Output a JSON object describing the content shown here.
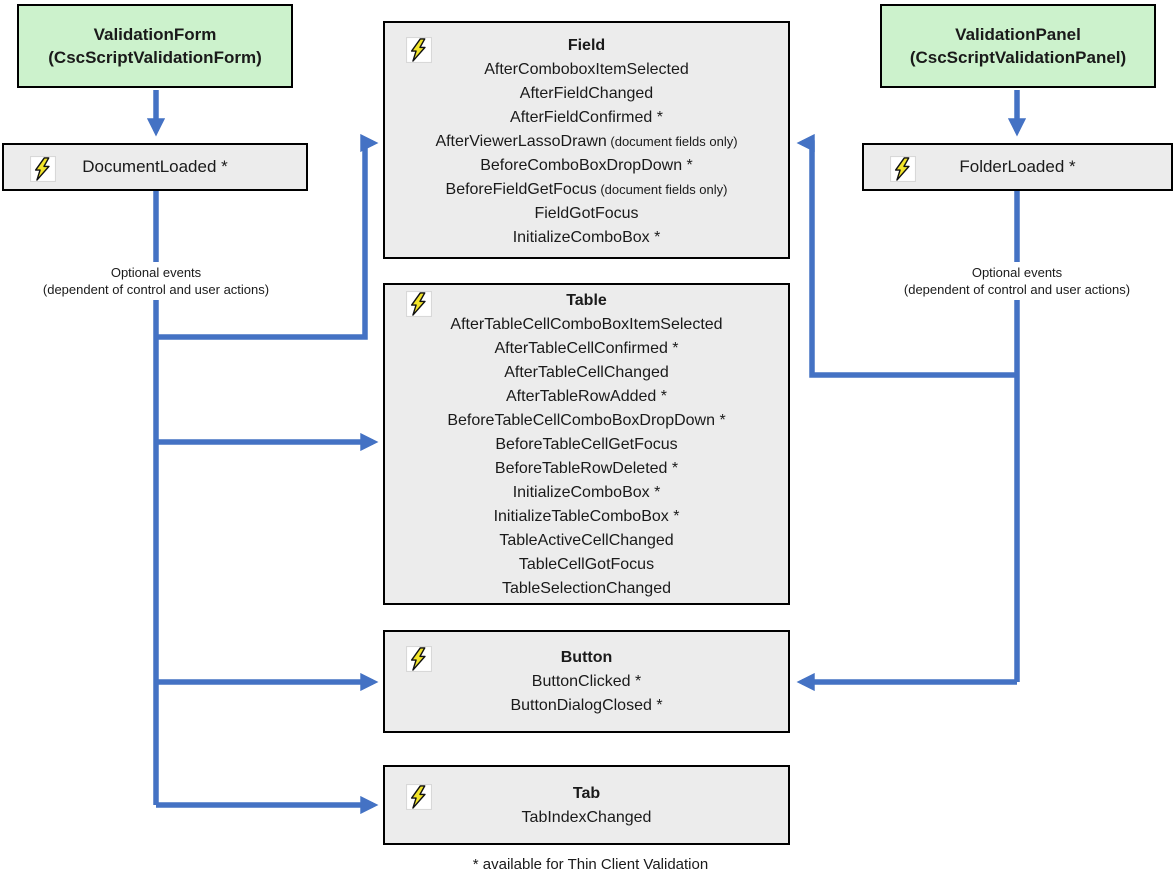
{
  "diagram": {
    "form_box": {
      "title": "ValidationForm",
      "subtitle": "(CscScriptValidationForm)"
    },
    "panel_box": {
      "title": "ValidationPanel",
      "subtitle": "(CscScriptValidationPanel)"
    },
    "document_loaded": {
      "label": "DocumentLoaded *"
    },
    "folder_loaded": {
      "label": "FolderLoaded *"
    },
    "left_note": {
      "line1": "Optional events",
      "line2": "(dependent of control and user actions)"
    },
    "right_note": {
      "line1": "Optional events",
      "line2": "(dependent of control and user actions)"
    },
    "field_box": {
      "title": "Field",
      "events": [
        {
          "name": "AfterComboboxItemSelected",
          "note": ""
        },
        {
          "name": "AfterFieldChanged",
          "note": ""
        },
        {
          "name": "AfterFieldConfirmed *",
          "note": ""
        },
        {
          "name": "AfterViewerLassoDrawn",
          "note": "(document fields only)"
        },
        {
          "name": "BeforeComboBoxDropDown *",
          "note": ""
        },
        {
          "name": "BeforeFieldGetFocus",
          "note": "(document fields only)"
        },
        {
          "name": "FieldGotFocus",
          "note": ""
        },
        {
          "name": "InitializeComboBox *",
          "note": ""
        }
      ]
    },
    "table_box": {
      "title": "Table",
      "events": [
        {
          "name": "AfterTableCellComboBoxItemSelected",
          "note": ""
        },
        {
          "name": "AfterTableCellConfirmed *",
          "note": ""
        },
        {
          "name": "AfterTableCellChanged",
          "note": ""
        },
        {
          "name": "AfterTableRowAdded *",
          "note": ""
        },
        {
          "name": "BeforeTableCellComboBoxDropDown *",
          "note": ""
        },
        {
          "name": "BeforeTableCellGetFocus",
          "note": ""
        },
        {
          "name": "BeforeTableRowDeleted *",
          "note": ""
        },
        {
          "name": "InitializeComboBox *",
          "note": ""
        },
        {
          "name": "InitializeTableComboBox *",
          "note": ""
        },
        {
          "name": "TableActiveCellChanged",
          "note": ""
        },
        {
          "name": "TableCellGotFocus",
          "note": ""
        },
        {
          "name": "TableSelectionChanged",
          "note": ""
        }
      ]
    },
    "button_box": {
      "title": "Button",
      "events": [
        {
          "name": "ButtonClicked *",
          "note": ""
        },
        {
          "name": "ButtonDialogClosed *",
          "note": ""
        }
      ]
    },
    "tab_box": {
      "title": "Tab",
      "events": [
        {
          "name": "TabIndexChanged",
          "note": ""
        }
      ]
    },
    "footnote": "* available for Thin Client Validation",
    "colors": {
      "arrow": "#4472c4",
      "green_fill": "#ccf2cc",
      "gray_fill": "#ececec",
      "border": "#000000"
    }
  }
}
